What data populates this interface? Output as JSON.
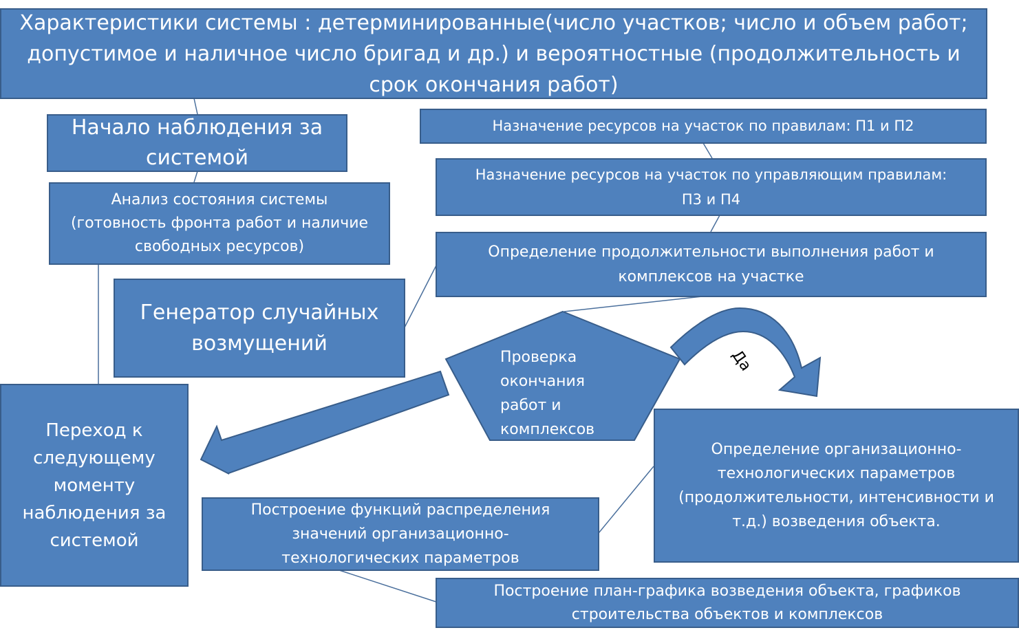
{
  "nodes": {
    "characteristics": {
      "line1": "Характеристики системы : детерминированные(число участков; число и объем работ;",
      "line2": "допустимое и наличное число бригад и др.) и вероятностные (продолжительность и",
      "line3": "срок окончания работ)"
    },
    "start_observation": {
      "line1": "Начало наблюдения за",
      "line2": "системой"
    },
    "state_analysis": {
      "line1": "Анализ состояния системы",
      "line2": "(готовность фронта работ и наличие",
      "line3": "свободных ресурсов)"
    },
    "random_generator": {
      "line1": "Генератор случайных",
      "line2": "возмущений"
    },
    "next_moment": {
      "line1": "Переход к",
      "line2": "следующему",
      "line3": "моменту",
      "line4": "наблюдения за",
      "line5": "системой"
    },
    "assign_p1p2": {
      "line1": "Назначение ресурсов на участок по правилам: П1 и П2"
    },
    "assign_p3p4": {
      "line1": "Назначение ресурсов на участок по управляющим правилам:",
      "line2": "П3 и П4"
    },
    "duration": {
      "line1": "Определение продолжительности выполнения работ и",
      "line2": "комплексов на участке"
    },
    "check_completion": {
      "line1": "Проверка",
      "line2": "окончания",
      "line3": "работ и",
      "line4": "комплексов"
    },
    "yes_label": "Да",
    "org_tech_params": {
      "line1": "Определение организационно-",
      "line2": "технологических параметров",
      "line3": "(продолжительности, интенсивности и",
      "line4": "т.д.) возведения объекта."
    },
    "distribution_functions": {
      "line1": "Построение функций распределения",
      "line2": "значений организационно-",
      "line3": "технологических параметров"
    },
    "schedule": {
      "line1": "Построение план-графика возведения объекта, графиков",
      "line2": "строительства объектов и комплексов"
    }
  },
  "colors": {
    "box_fill": "#4f81bd",
    "box_border": "#385d8a",
    "text": "#ffffff",
    "connector": "#4a6f9c"
  }
}
